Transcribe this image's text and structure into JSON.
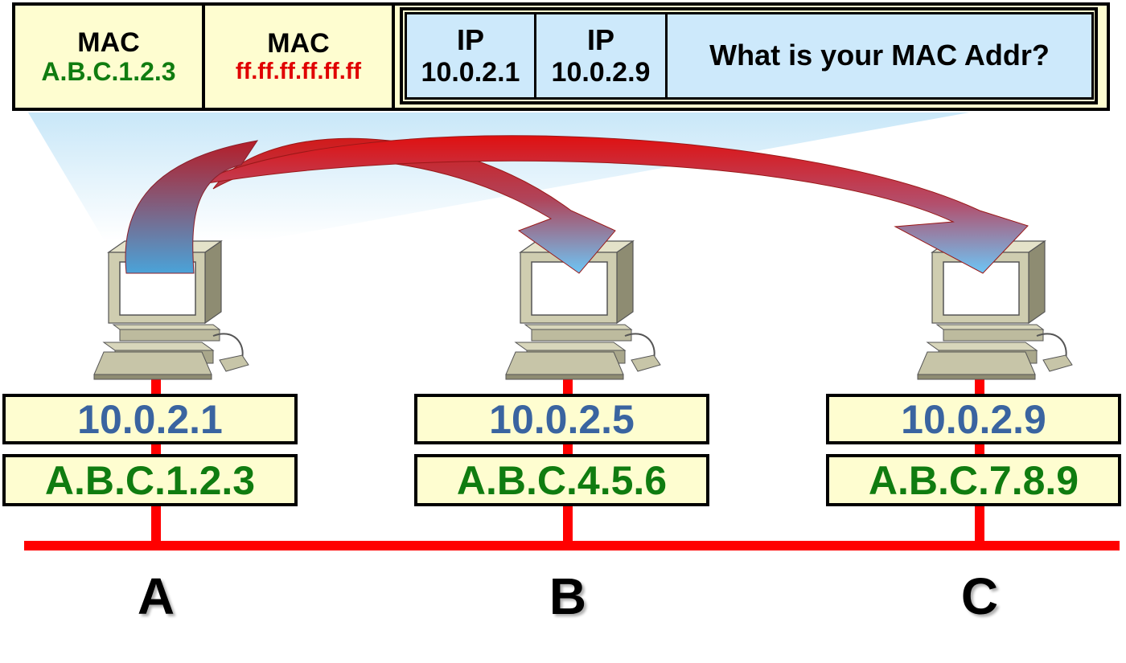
{
  "header": {
    "src_mac_label": "MAC",
    "src_mac_value": "A.B.C.1.2.3",
    "dst_mac_label": "MAC",
    "dst_mac_value": "ff.ff.ff.ff.ff.ff",
    "src_ip_label": "IP",
    "src_ip_value": "10.0.2.1",
    "dst_ip_label": "IP",
    "dst_ip_value": "10.0.2.9",
    "question": "What is your MAC Addr?"
  },
  "hosts": [
    {
      "name": "A",
      "ip": "10.0.2.1",
      "mac": "A.B.C.1.2.3"
    },
    {
      "name": "B",
      "ip": "10.0.2.5",
      "mac": "A.B.C.4.5.6"
    },
    {
      "name": "C",
      "ip": "10.0.2.9",
      "mac": "A.B.C.7.8.9"
    }
  ],
  "colors": {
    "box_fill": "#fefdd0",
    "ip_cell_fill": "#cde9fb",
    "mac_text": "#107c10",
    "broadcast_text": "#e00000",
    "ip_text": "#3a64a0",
    "network_line": "#ff0000",
    "arrow_start": "#cc1a1a",
    "arrow_end": "#6cc6f6"
  },
  "icons": [
    "computer-icon",
    "broadcast-arrow"
  ]
}
